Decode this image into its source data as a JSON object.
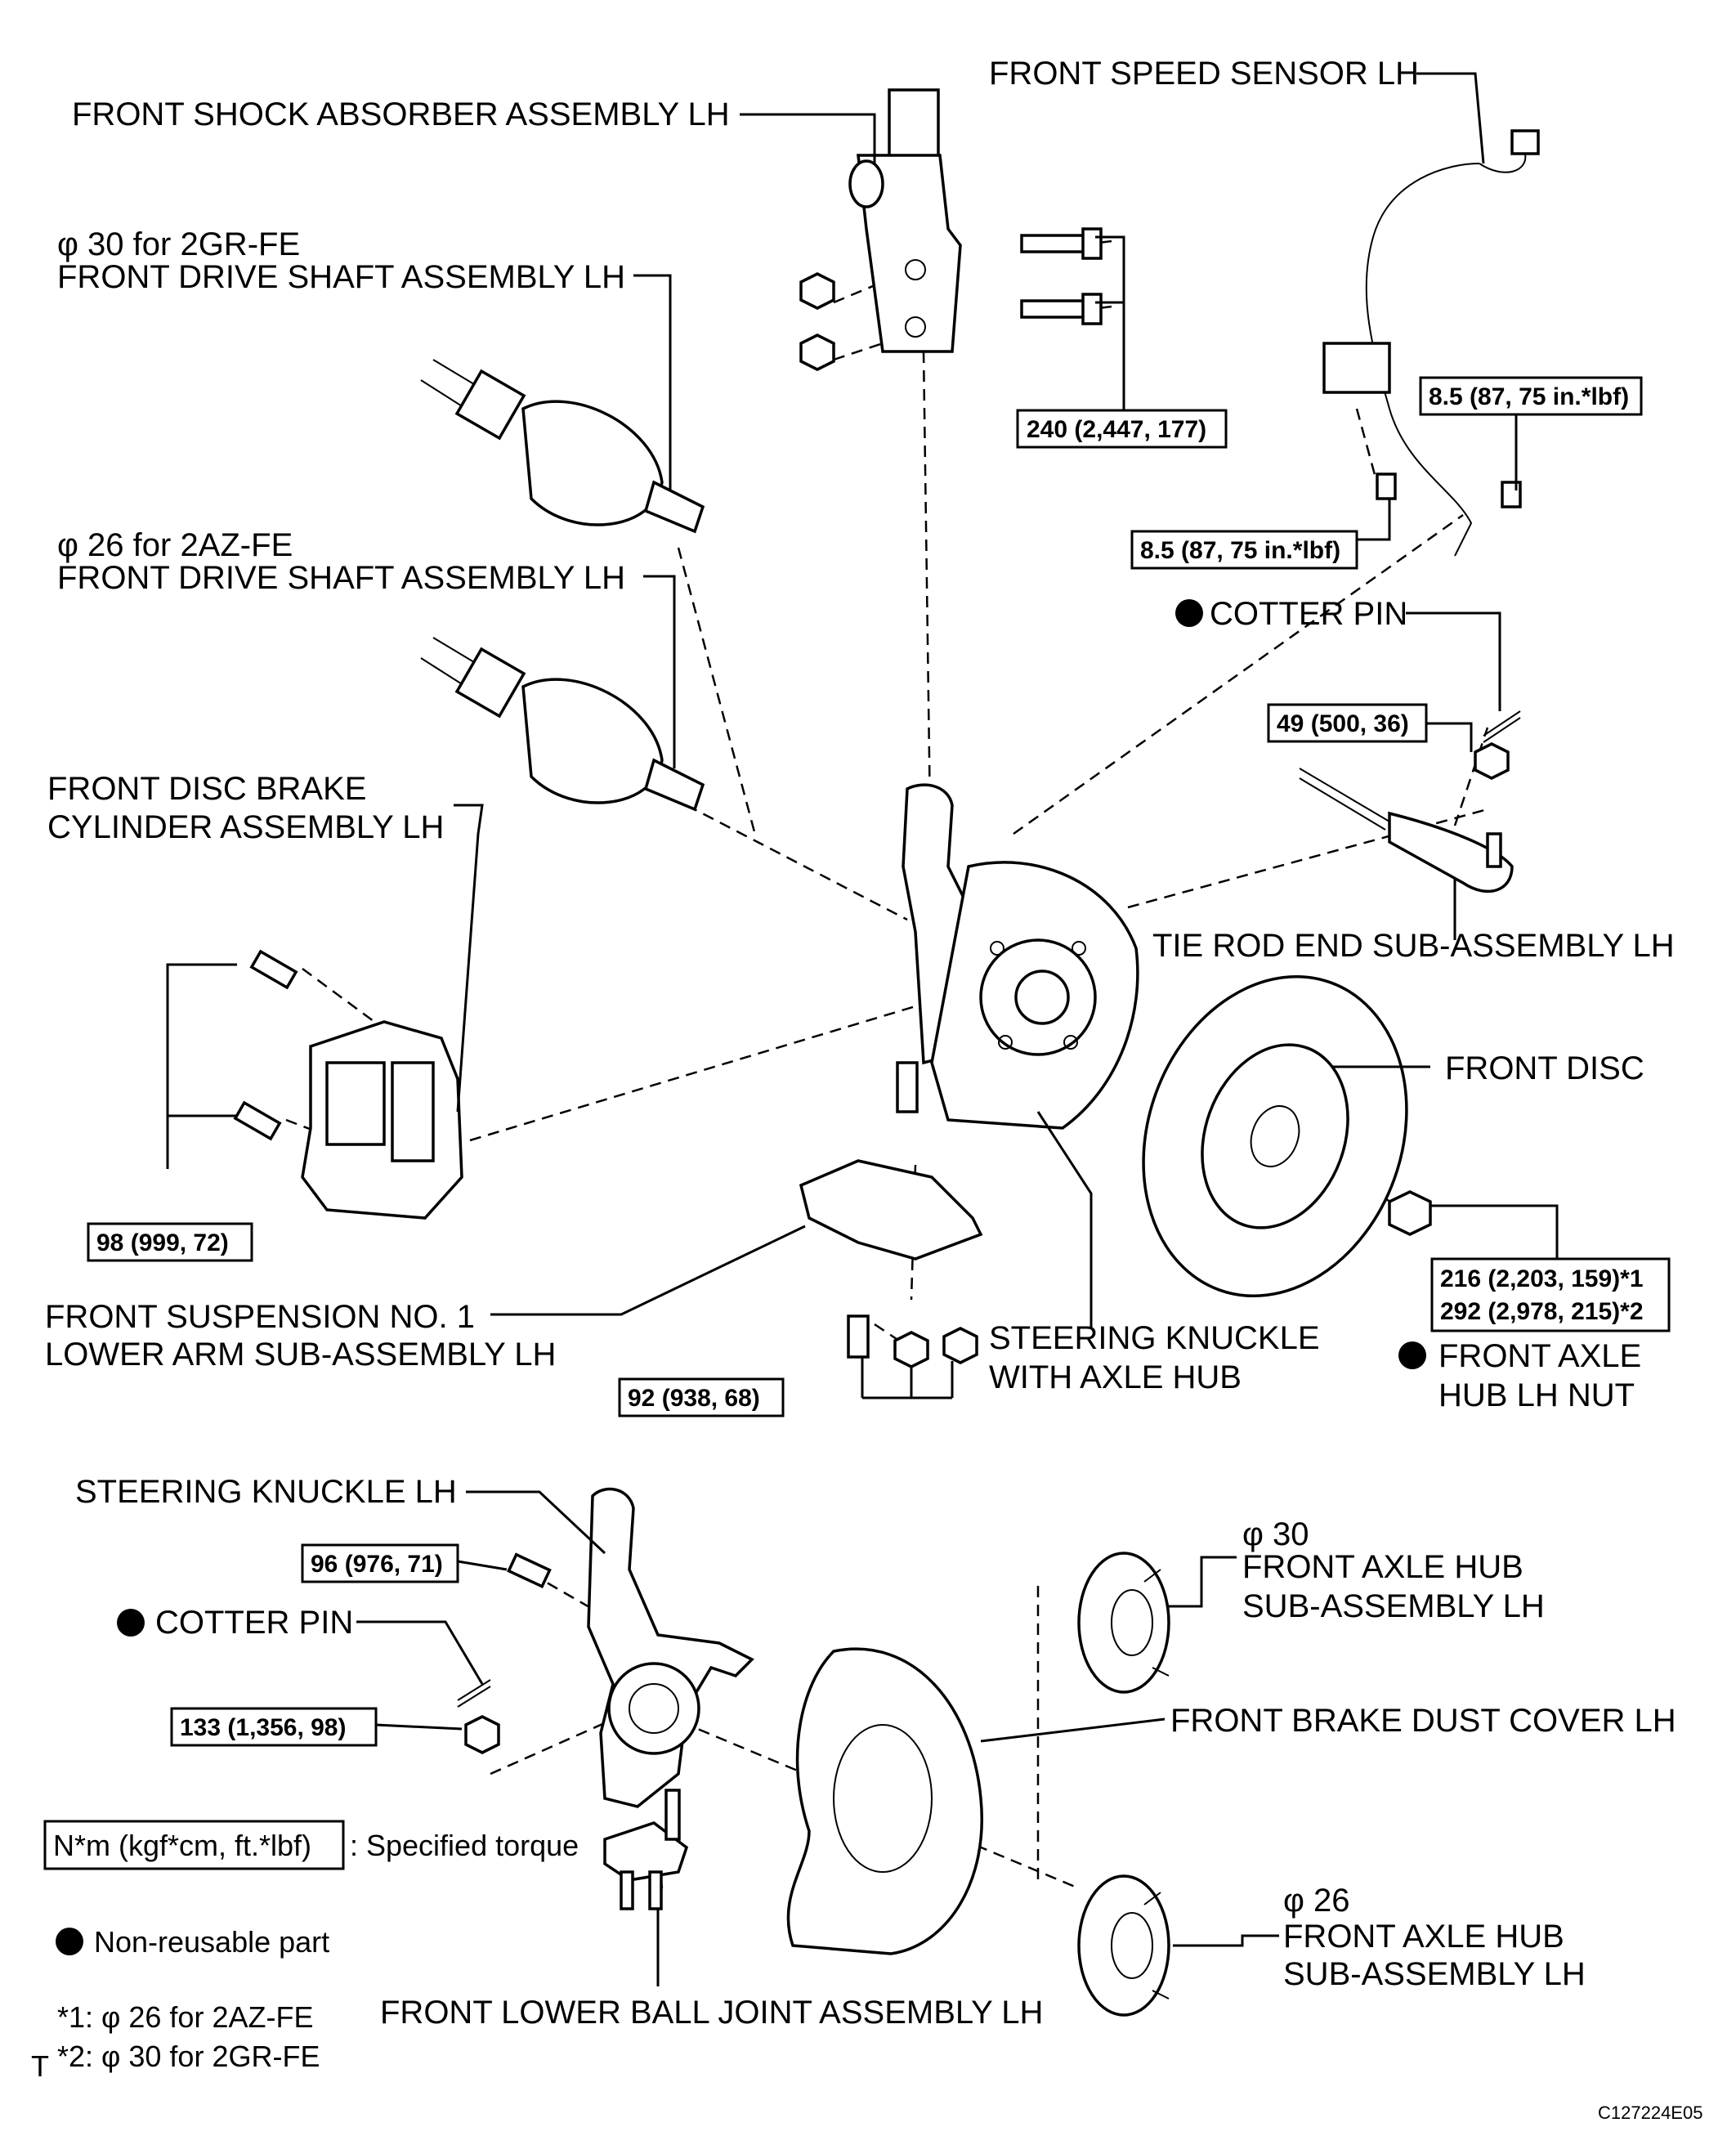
{
  "labels": {
    "shock_absorber": "FRONT SHOCK ABSORBER ASSEMBLY LH",
    "speed_sensor": "FRONT SPEED SENSOR LH",
    "drive_shaft_2gr_size": "φ 30 for 2GR-FE",
    "drive_shaft_2gr": "FRONT DRIVE SHAFT ASSEMBLY LH",
    "drive_shaft_2az_size": "φ 26 for 2AZ-FE",
    "drive_shaft_2az": "FRONT DRIVE SHAFT ASSEMBLY LH",
    "cotter_pin_upper": "COTTER PIN",
    "brake_cylinder_line1": "FRONT DISC BRAKE",
    "brake_cylinder_line2": "CYLINDER ASSEMBLY LH",
    "tie_rod_end": "TIE ROD END SUB-ASSEMBLY LH",
    "front_disc": "FRONT DISC",
    "lower_arm_line1": "FRONT SUSPENSION NO. 1",
    "lower_arm_line2": "LOWER ARM SUB-ASSEMBLY LH",
    "knuckle_hub_line1": "STEERING KNUCKLE",
    "knuckle_hub_line2": "WITH AXLE HUB",
    "hub_nut_line1": "FRONT AXLE",
    "hub_nut_line2": "HUB LH NUT",
    "steering_knuckle": "STEERING KNUCKLE LH",
    "cotter_pin_lower": "COTTER PIN",
    "axle_hub_30_size": "φ 30",
    "axle_hub_30_line1": "FRONT AXLE HUB",
    "axle_hub_30_line2": "SUB-ASSEMBLY LH",
    "dust_cover": "FRONT BRAKE DUST COVER LH",
    "axle_hub_26_size": "φ 26",
    "axle_hub_26_line1": "FRONT AXLE HUB",
    "axle_hub_26_line2": "SUB-ASSEMBLY LH",
    "ball_joint": "FRONT LOWER BALL JOINT ASSEMBLY LH"
  },
  "torques": {
    "shock_bolts": "240 (2,447, 177)",
    "sensor_upper": "8.5 (87, 75 in.*lbf)",
    "sensor_lower": "8.5 (87, 75 in.*lbf)",
    "tie_rod_nut": "49 (500, 36)",
    "caliper_bolts": "98 (999, 72)",
    "hub_nut_1": "216 (2,203, 159)*1",
    "hub_nut_2": "292 (2,978, 215)*2",
    "lower_arm": "92 (938, 68)",
    "knuckle_bolt": "96 (976, 71)",
    "ball_joint_nut": "133 (1,356, 98)"
  },
  "legend": {
    "torque_unit": "N*m (kgf*cm, ft.*lbf)",
    "torque_desc": ": Specified torque",
    "non_reusable": "Non-reusable part",
    "footnote_1": "*1: φ  26 for 2AZ-FE",
    "footnote_2": "*2: φ  30 for 2GR-FE",
    "corner_mark": "T"
  },
  "figure_code": "C127224E05",
  "colors": {
    "ink": "#000000",
    "paper": "#ffffff"
  }
}
